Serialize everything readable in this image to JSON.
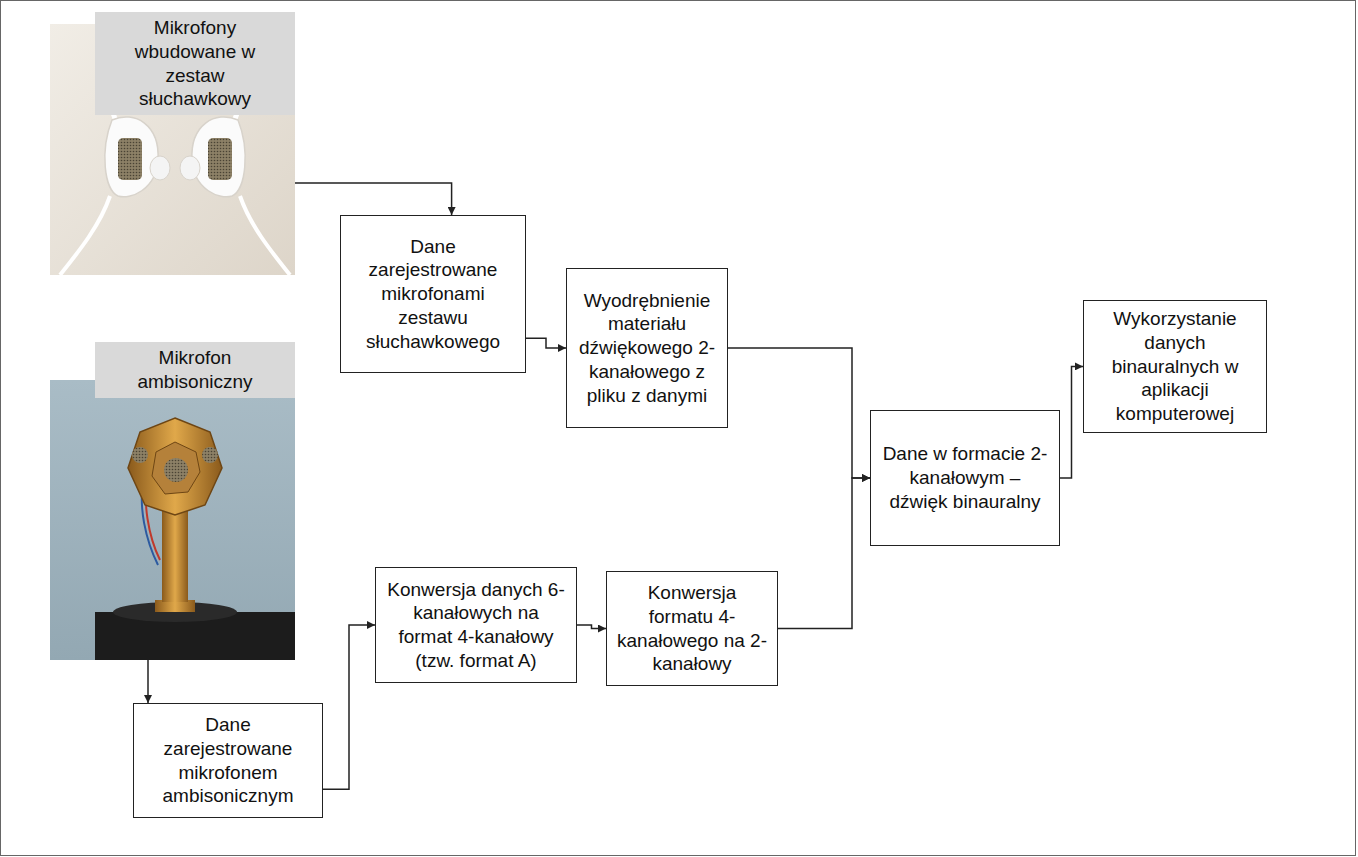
{
  "diagram": {
    "nodes": [
      {
        "text": [
          "Mikrofony wbudowane w zestaw słuchawkowy"
        ]
      },
      {
        "text": [
          "Dane zarejestrowane mikrofonami zestawu słuchawkowego"
        ]
      },
      {
        "text": [
          "Wyodrębnienie materiału dźwiękowego 2-kanałowego z pliku z danymi"
        ]
      },
      {
        "text": [
          "Mikrofon ambisoniczny"
        ]
      },
      {
        "text": [
          "Dane w formacie 2-kanałowym – dźwięk binauralny"
        ]
      },
      {
        "text": [
          "Wykorzystanie danych binauralnych w aplikacji komputerowej"
        ]
      },
      {
        "text": [
          "Konwersja danych 6-kanałowych na format 4-kanałowy (tzw. format A)"
        ]
      },
      {
        "text": [
          "Konwersja formatu 4-kanałowego na 2-kanałowy"
        ]
      },
      {
        "text": [
          "Dane zarejestrowane mikrofonem ambisonicznym"
        ]
      }
    ],
    "edges": [
      {
        "from": 0,
        "to": 1,
        "arrow": "to"
      },
      {
        "from": 1,
        "to": 2,
        "arrow": "to"
      },
      {
        "from": 2,
        "to": 4,
        "arrow": "to"
      },
      {
        "from": 7,
        "to": 4,
        "arrow": "to"
      },
      {
        "from": 4,
        "to": 5,
        "arrow": "to"
      },
      {
        "from": 3,
        "to": 8,
        "arrow": "to"
      },
      {
        "from": 8,
        "to": 6,
        "arrow": "to"
      },
      {
        "from": 6,
        "to": 7,
        "arrow": "to"
      }
    ]
  }
}
